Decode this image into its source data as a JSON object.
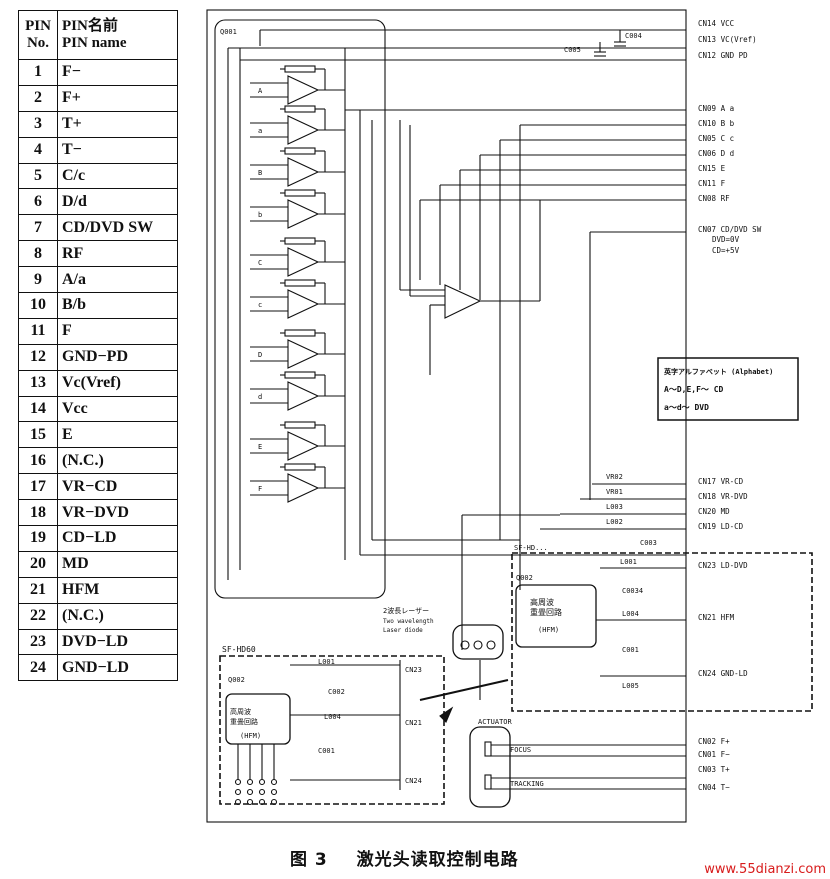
{
  "table": {
    "header_no": "PIN\nNo.",
    "header_name": "PIN名前\nPIN name",
    "rows": [
      {
        "no": "1",
        "name": "F−"
      },
      {
        "no": "2",
        "name": "F+"
      },
      {
        "no": "3",
        "name": "T+"
      },
      {
        "no": "4",
        "name": "T−"
      },
      {
        "no": "5",
        "name": "C/c"
      },
      {
        "no": "6",
        "name": "D/d"
      },
      {
        "no": "7",
        "name": "CD/DVD SW"
      },
      {
        "no": "8",
        "name": "RF"
      },
      {
        "no": "9",
        "name": "A/a"
      },
      {
        "no": "10",
        "name": "B/b"
      },
      {
        "no": "11",
        "name": "F"
      },
      {
        "no": "12",
        "name": "GND−PD"
      },
      {
        "no": "13",
        "name": "Vc(Vref)"
      },
      {
        "no": "14",
        "name": "Vcc"
      },
      {
        "no": "15",
        "name": "E"
      },
      {
        "no": "16",
        "name": "(N.C.)"
      },
      {
        "no": "17",
        "name": "VR−CD"
      },
      {
        "no": "18",
        "name": "VR−DVD"
      },
      {
        "no": "19",
        "name": "CD−LD"
      },
      {
        "no": "20",
        "name": "MD"
      },
      {
        "no": "21",
        "name": "HFM"
      },
      {
        "no": "22",
        "name": "(N.C.)"
      },
      {
        "no": "23",
        "name": "DVD−LD"
      },
      {
        "no": "24",
        "name": "GND−LD"
      }
    ]
  },
  "connectors": [
    "CN14 VCC",
    "CN13 VC(Vref)",
    "CN12 GND PD",
    "CN09 A a",
    "CN10 B b",
    "CN05 C c",
    "CN06 D d",
    "CN15 E",
    "CN11 F",
    "CN08 RF",
    "CN07 CD/DVD SW",
    "DVD=0V",
    "CD=+5V",
    "CN17 VR-CD",
    "CN18 VR-DVD",
    "CN20 MD",
    "CN19 LD-CD",
    "CN23 LD-DVD",
    "CN21 HFM",
    "CN24 GND-LD",
    "CN02 F+",
    "CN01 F−",
    "CN03 T+",
    "CN04 T−"
  ],
  "components": {
    "q001": "Q001",
    "c004": "C004",
    "c005": "C005",
    "amp_labels": [
      "A",
      "a",
      "B",
      "b",
      "C",
      "c",
      "D",
      "d",
      "E",
      "F"
    ],
    "vr02": "VR02",
    "vr01": "VR01",
    "l003": "L003",
    "l002": "L002",
    "c003": "C003",
    "hd_dvd_title": "SF-HD...",
    "q002": "Q002",
    "l001": "L001",
    "c0034": "C0034",
    "l004": "L004",
    "c001": "C001",
    "l005": "L005",
    "hfm_jp": "高周波\n重畳回路",
    "hfm_en": "(HFM)",
    "laser_jp": "2波長レーザー",
    "laser_en1": "Two wavelength",
    "laser_en2": "Laser diode",
    "hd60_title": "SF-HD60",
    "hd60_l001": "L001",
    "hd60_c002": "C002",
    "hd60_l004": "L004",
    "hd60_c001": "C001",
    "hd60_q002": "Q002",
    "hd60_cn23": "CN23",
    "hd60_cn21": "CN21",
    "hd60_cn24": "CN24",
    "actuator": "ACTUATOR",
    "focus": "FOCUS",
    "tracking": "TRACKING"
  },
  "legend": {
    "line1": "英字アルファベット (Alphabet)",
    "line2": "A〜D,E,F〜 CD",
    "line3": "a〜d〜 DVD"
  },
  "caption": {
    "fig": "图 3",
    "title": "激光头读取控制电路"
  },
  "watermark": "www.55dianzi.com"
}
